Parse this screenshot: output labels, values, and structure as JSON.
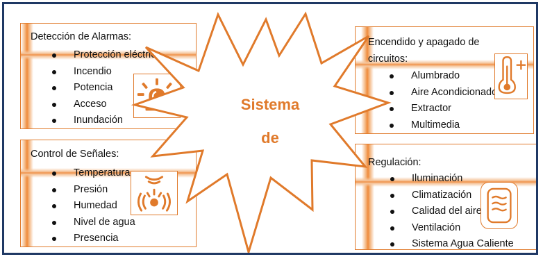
{
  "center": {
    "line1": "Sistema",
    "line2": "de"
  },
  "alarmas": {
    "title": "Detección de Alarmas:",
    "items": [
      "Protección eléctrica",
      "Incendio",
      "Potencia",
      "Acceso",
      "Inundación"
    ],
    "icon": "alarm-siren-icon"
  },
  "senales": {
    "title": "Control de Señales:",
    "items": [
      "Temperatura",
      "Presión",
      "Humedad",
      "Nivel de agua",
      "Presencia"
    ],
    "icon": "presence-sensor-icon"
  },
  "circuitos": {
    "title_line1": "Encendido y apagado de",
    "title_line2": "circuitos:",
    "items": [
      "Alumbrado",
      "Aire Acondicionado",
      "Extractor",
      "Multimedia"
    ],
    "icon": "thermometer-plus-icon"
  },
  "regulacion": {
    "title": "Regulación:",
    "items": [
      "Iluminación",
      "Climatización",
      "Calidad del aire",
      "Ventilación",
      "Sistema Agua Caliente"
    ],
    "icon": "climate-panel-icon"
  },
  "colors": {
    "accent": "#e07a2b",
    "frame_border": "#1f3864",
    "text": "#111111"
  }
}
